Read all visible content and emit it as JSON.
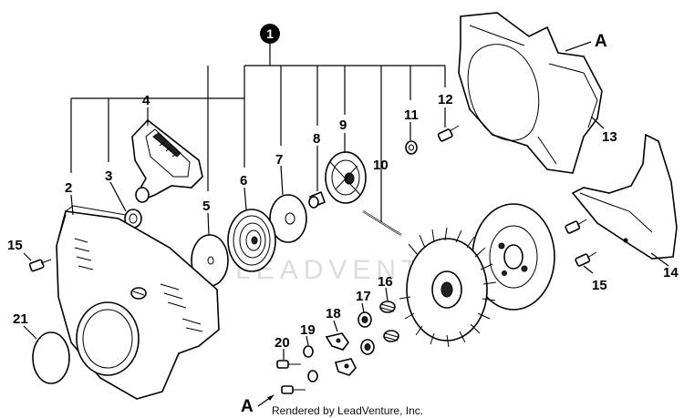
{
  "diagram": {
    "callout_kit": "1",
    "parts": {
      "p2": "2",
      "p3": "3",
      "p4": "4",
      "p5": "5",
      "p6": "6",
      "p7": "7",
      "p8": "8",
      "p9": "9",
      "p10": "10",
      "p11": "11",
      "p12": "12",
      "p13": "13",
      "p14": "14",
      "p15a": "15",
      "p15b": "15",
      "p16": "16",
      "p17": "17",
      "p18": "18",
      "p19": "19",
      "p20": "20",
      "p21": "21"
    },
    "ref_top": "A",
    "ref_bottom": "A",
    "watermark": "LEADVENTURE",
    "credit": "Rendered by LeadVenture, Inc."
  }
}
